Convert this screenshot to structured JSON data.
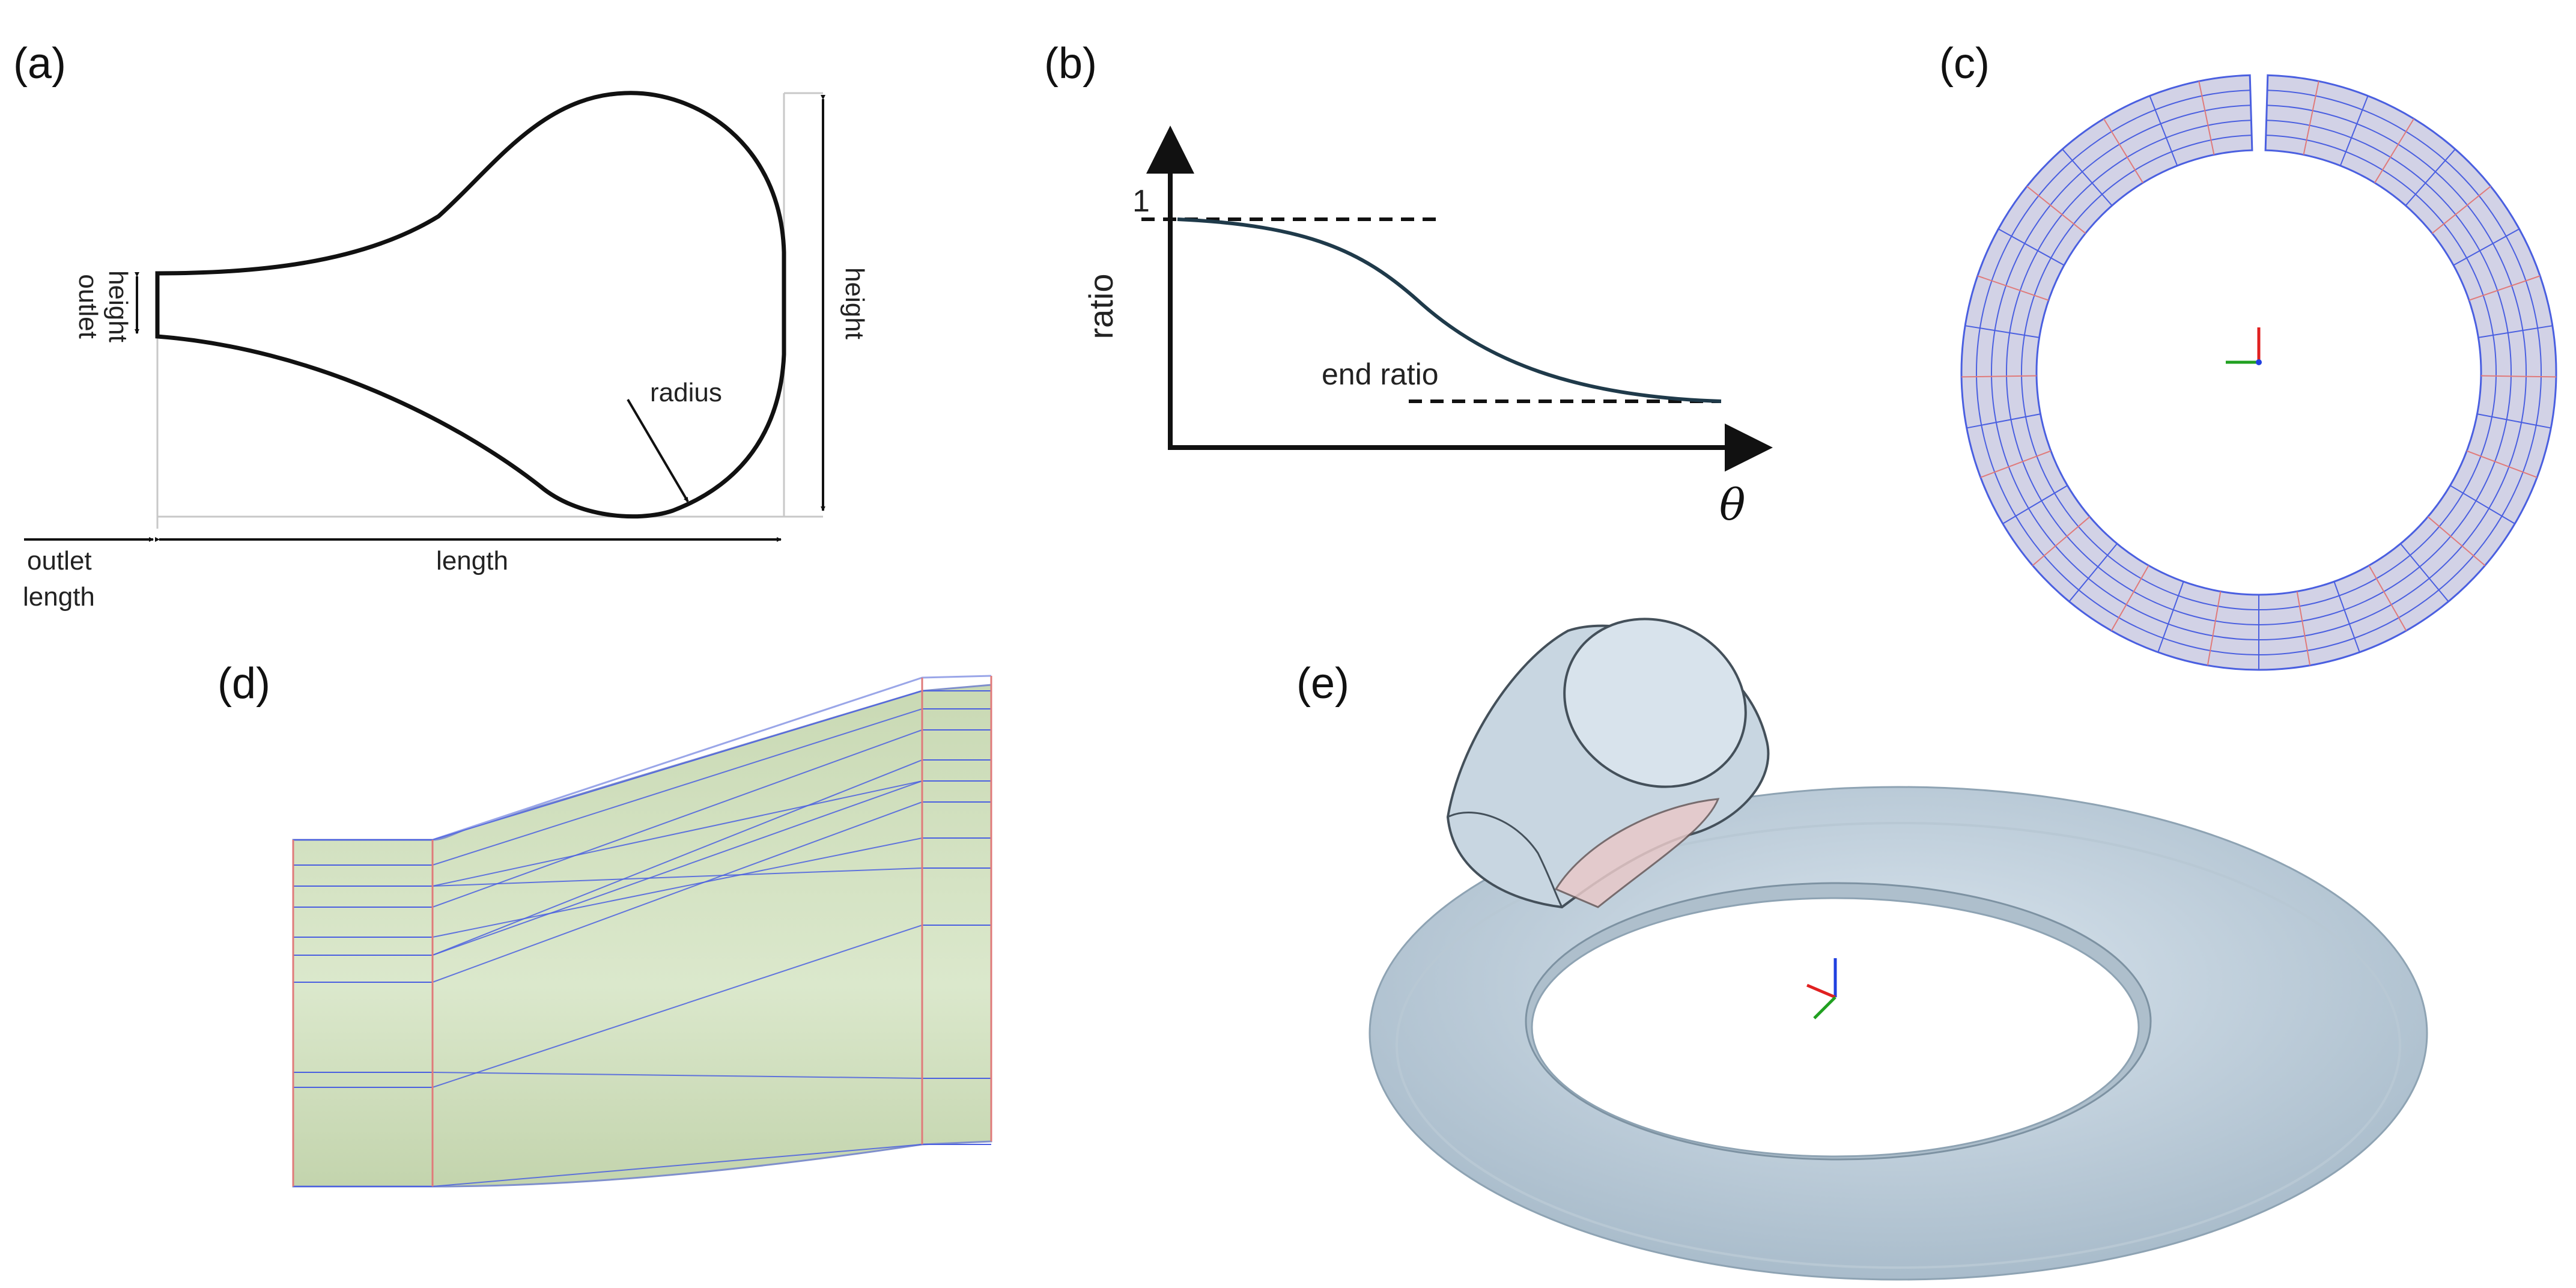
{
  "panels": {
    "a": {
      "label": "(a)",
      "outlet_height": [
        "outlet",
        "height"
      ],
      "height": "height",
      "radius": "radius",
      "outlet_length": [
        "outlet",
        "length"
      ],
      "length": "length"
    },
    "b": {
      "label": "(b)",
      "y_axis": "ratio",
      "tick_one": "1",
      "end_ratio": "end ratio",
      "x_axis": "θ"
    },
    "c": {
      "label": "(c)"
    },
    "d": {
      "label": "(d)"
    },
    "e": {
      "label": "(e)"
    }
  },
  "colors": {
    "ink": "#111111",
    "mesh_blue": "#4a5fe0",
    "mesh_red": "#e07a7a",
    "ring_fill": "#c7c7e0",
    "green_fill": "#d9e7c7",
    "torus_fill": "#c2d2df"
  }
}
